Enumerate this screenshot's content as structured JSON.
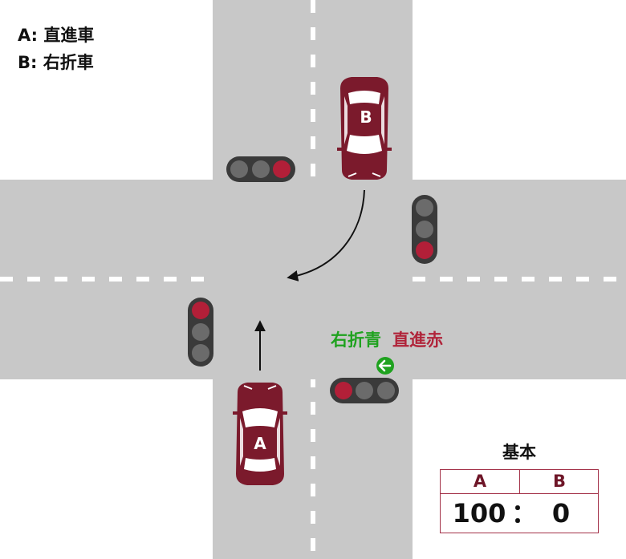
{
  "legend": {
    "a": "A: 直進車",
    "b": "B: 右折車"
  },
  "vehicles": {
    "a_label": "A",
    "b_label": "B"
  },
  "signal_note": {
    "green_text": "右折青",
    "red_text": "直進赤",
    "arrow_icon": "left-arrow-green-signal-icon"
  },
  "score": {
    "title": "基本",
    "headers": [
      "A",
      "B"
    ],
    "values": [
      "100",
      "0"
    ],
    "separator": "："
  },
  "colors": {
    "road": "#c8c8c8",
    "car": "#7b1a2c",
    "signal_red": "#b21f38",
    "signal_off": "#6b6b6b",
    "signal_green": "#1fa21f",
    "table_border": "#a33148"
  }
}
